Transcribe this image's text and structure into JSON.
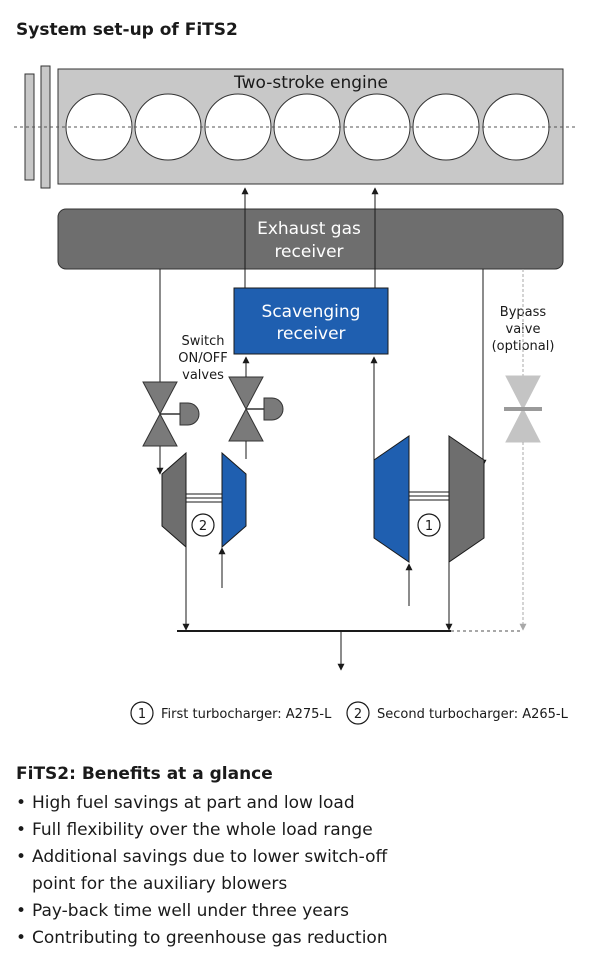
{
  "title": "System set-up of FiTS2",
  "diagram": {
    "engine_label": "Two-stroke engine",
    "exhaust_label_1": "Exhaust gas",
    "exhaust_label_2": "receiver",
    "scavenging_label_1": "Scavenging",
    "scavenging_label_2": "receiver",
    "switch_label_1": "Switch",
    "switch_label_2": "ON/OFF",
    "switch_label_3": "valves",
    "bypass_label_1": "Bypass",
    "bypass_label_2": "valve",
    "bypass_label_3": "(optional)",
    "tc1_number": "1",
    "tc2_number": "2"
  },
  "legend": {
    "first": {
      "number": "1",
      "text": "First turbocharger: A275-L"
    },
    "second": {
      "number": "2",
      "text": "Second turbocharger: A265-L"
    }
  },
  "benefits": {
    "title": "FiTS2: Benefits at a glance",
    "items": [
      "High fuel savings at part and low load",
      "Full flexibility over the whole load range",
      "Additional savings due to lower switch-off",
      "Pay-back time well under three years",
      "Contributing to greenhouse gas reduction"
    ],
    "item3_line2": "point for the auxiliary blowers"
  },
  "colors": {
    "engine_fill": "#c8c8c8",
    "exhaust_fill": "#6e6e6e",
    "scavenging_fill": "#1f5fb0",
    "turbine_fill": "#6e6e6e",
    "compressor_fill": "#1f5fb0",
    "bypass_valve": "#bdbdbd"
  }
}
